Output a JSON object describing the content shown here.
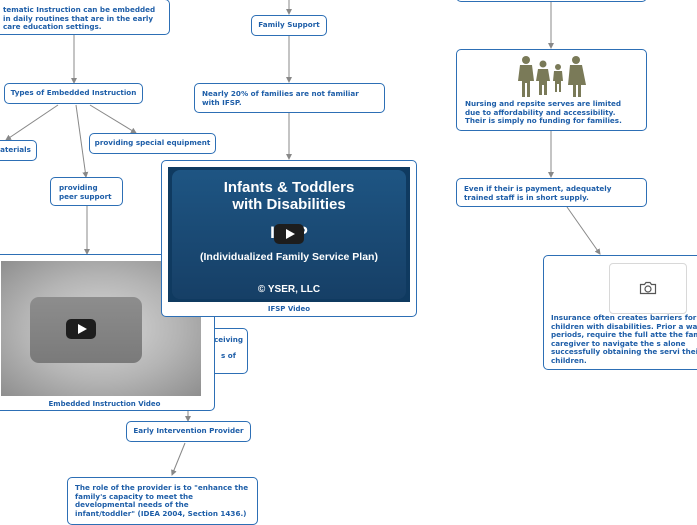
{
  "nodes": {
    "systematic": "tematic Instruction can be embedded in daily routines that are in the early care education settings.",
    "types": "Types of Embedded Instruction",
    "materials": "aterials",
    "special_equipment": "providing special equipment",
    "peer_support": "providing peer support",
    "family_support": "Family Support",
    "nearly_20": "Nearly 20% of families are not familiar with IFSP.",
    "nursing": "Nursing and repsite serves are limited due to affordability and accessibility. Their is simply no funding for families.",
    "even_if": "Even if their is payment, adequately trained staff is in short supply.",
    "insurance": "Insurance often creates barriers for with children with disabilities. Prior a waiting periods,  require the full atte the family caregiver to navigate the s alone successfully obtaining the servi their children.",
    "hidden_fragment_1": "ceiving",
    "hidden_fragment_2": "s of",
    "early_intervention": "Early Intervention Provider",
    "role": "The role of the provider is to \"enhance the family's capacity to meet the developmental needs of the infant/toddler\" (IDEA 2004, Section 1436.)"
  },
  "ifsp_video": {
    "line1": "Infants & Toddlers",
    "line2": "with Disabilities",
    "line3": "IFSP",
    "line4": "(Individualized Family Service Plan)",
    "line5": "© YSER, LLC",
    "caption": "IFSP Video"
  },
  "embedded_video": {
    "caption": "Embedded Instruction Video"
  },
  "icons": {
    "family": "family-icon",
    "camera": "camera-icon",
    "play": "play-icon"
  },
  "colors": {
    "accent": "#2d6fb5",
    "text": "#1e5ea8",
    "connector": "#888888",
    "video_bg": "#19466e"
  }
}
